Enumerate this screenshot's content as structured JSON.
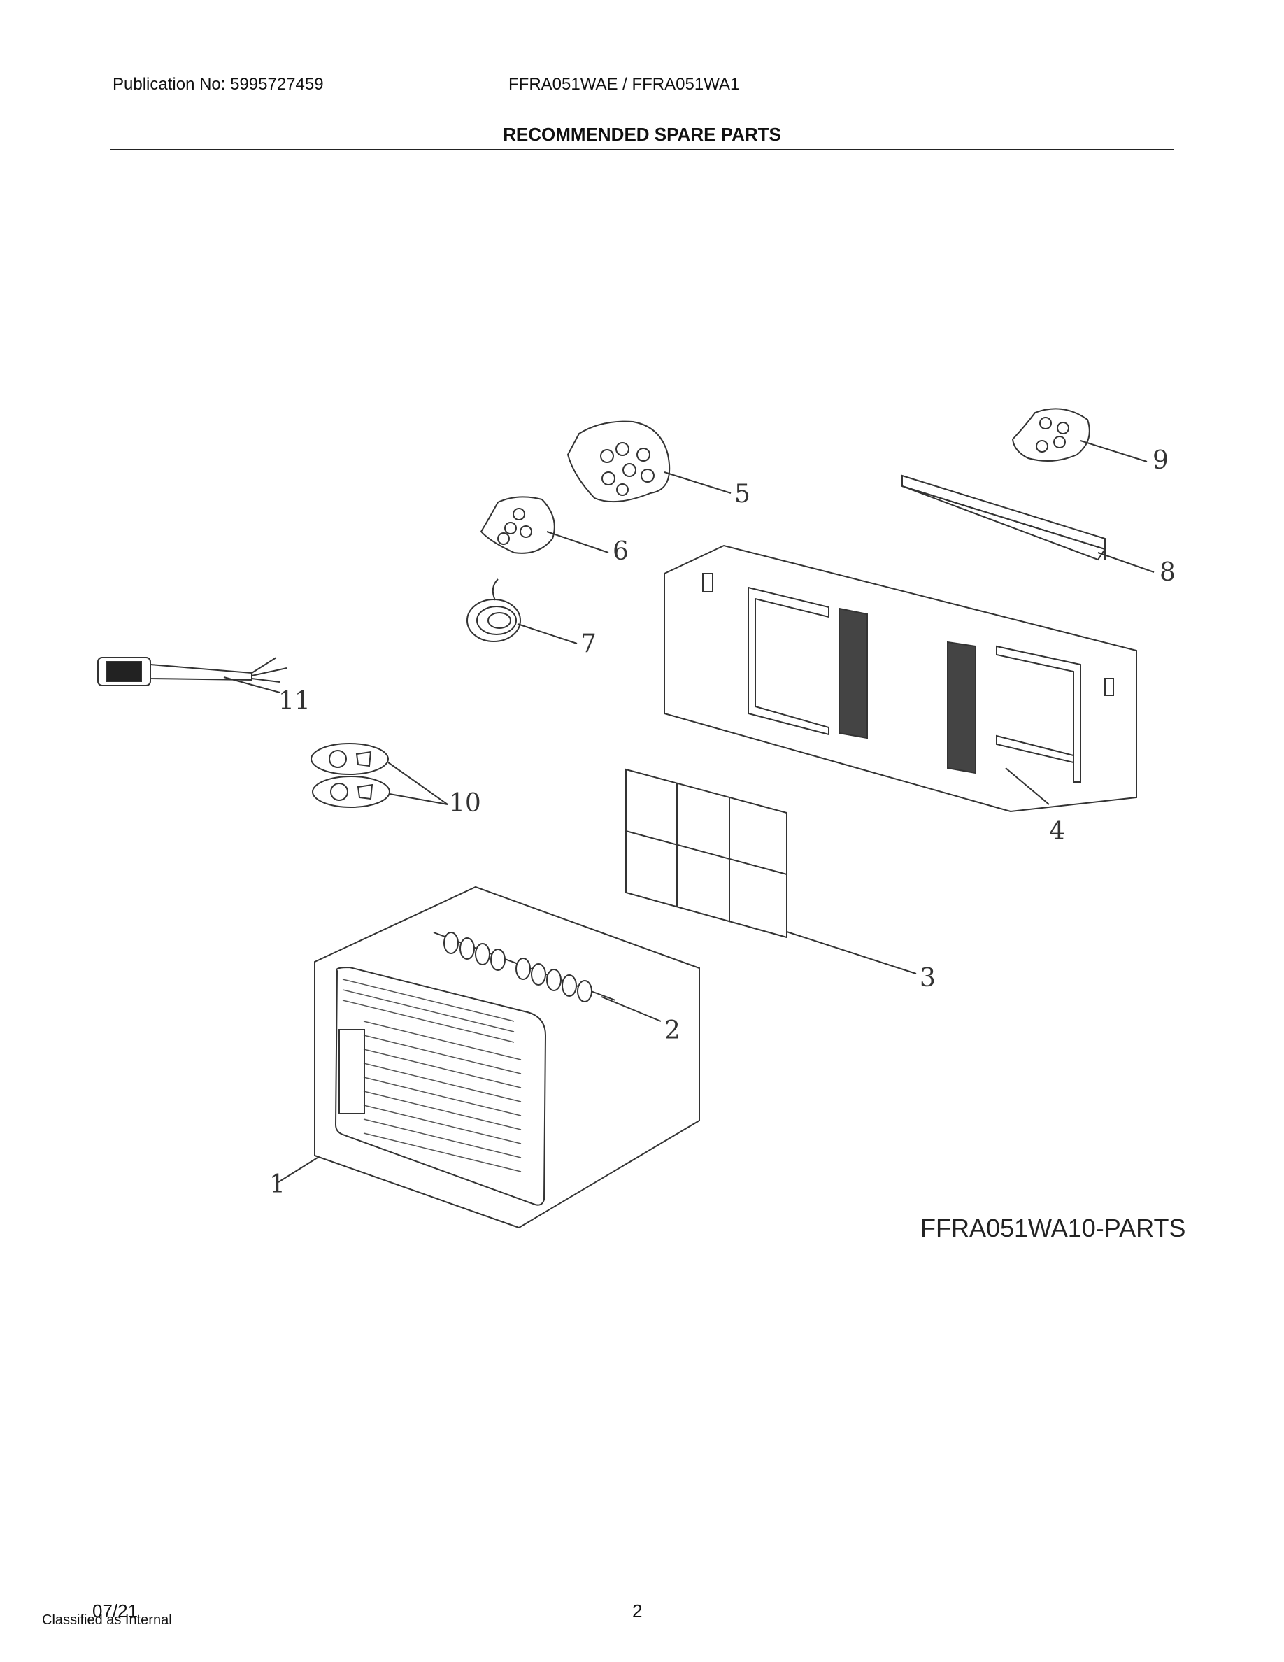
{
  "header": {
    "publication": "Publication No: 5995727459",
    "models": "FFRA051WAE / FFRA051WA1",
    "title": "RECOMMENDED SPARE PARTS"
  },
  "callouts": {
    "c1": "1",
    "c2": "2",
    "c3": "3",
    "c4": "4",
    "c5": "5",
    "c6": "6",
    "c7": "7",
    "c8": "8",
    "c9": "9",
    "c10": "10",
    "c11": "11"
  },
  "drawing_id": "FFRA051WA10-PARTS",
  "footer": {
    "date": "07/21",
    "classification": "Classified as Internal",
    "page": "2"
  }
}
